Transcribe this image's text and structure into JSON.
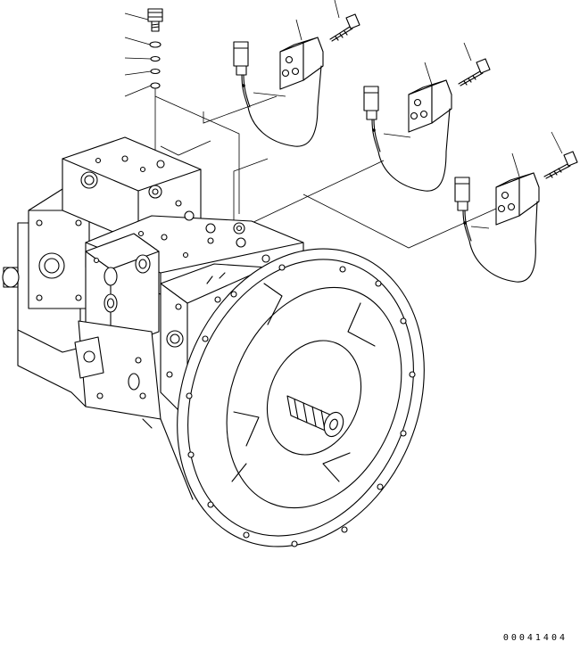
{
  "drawing": {
    "code": "00041404"
  },
  "colors": {
    "line": "#000000",
    "paper": "#ffffff"
  },
  "parts": [
    {
      "id": "relief-plug",
      "icon": "plug-icon"
    },
    {
      "id": "o-ring-1",
      "icon": "o-ring-icon"
    },
    {
      "id": "o-ring-2",
      "icon": "o-ring-icon"
    },
    {
      "id": "o-ring-3",
      "icon": "o-ring-icon"
    },
    {
      "id": "o-ring-4",
      "icon": "o-ring-icon"
    },
    {
      "id": "solenoid-valve-1",
      "icon": "solenoid-icon"
    },
    {
      "id": "solenoid-valve-2",
      "icon": "solenoid-icon"
    },
    {
      "id": "solenoid-valve-3",
      "icon": "solenoid-icon"
    },
    {
      "id": "bolt-1",
      "icon": "bolt-icon"
    },
    {
      "id": "bolt-2",
      "icon": "bolt-icon"
    },
    {
      "id": "bolt-3",
      "icon": "bolt-icon"
    },
    {
      "id": "main-pump",
      "icon": "hydraulic-pump-icon"
    }
  ]
}
